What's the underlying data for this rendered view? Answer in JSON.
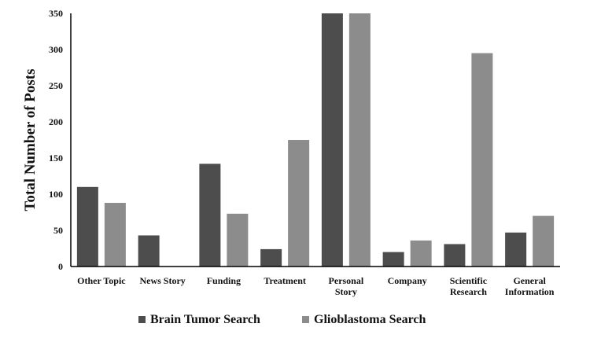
{
  "chart_data": {
    "type": "bar",
    "title": "",
    "xlabel": "",
    "ylabel": "Total Number of Posts",
    "ylim": [
      0,
      350
    ],
    "yticks": [
      0,
      50,
      100,
      150,
      200,
      250,
      300,
      350
    ],
    "grid": false,
    "legend_position": "bottom",
    "categories": [
      [
        "Other Topic"
      ],
      [
        "News Story"
      ],
      [
        "Funding"
      ],
      [
        "Treatment"
      ],
      [
        "Personal",
        "Story"
      ],
      [
        "Company"
      ],
      [
        "Scientific",
        "Research"
      ],
      [
        "General",
        "Information"
      ]
    ],
    "series": [
      {
        "name": "Brain Tumor Search",
        "color": "#4d4d4d",
        "values": [
          110,
          43,
          142,
          24,
          350,
          20,
          31,
          47
        ]
      },
      {
        "name": "Glioblastoma Search",
        "color": "#8c8c8c",
        "values": [
          88,
          0,
          73,
          175,
          350,
          36,
          295,
          70
        ]
      }
    ]
  }
}
